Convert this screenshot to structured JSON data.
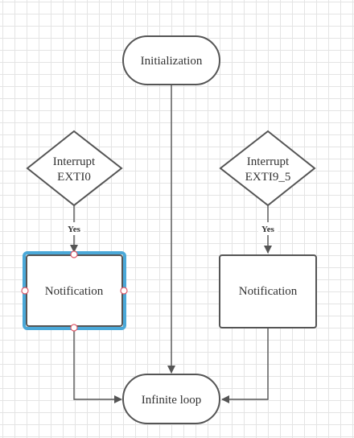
{
  "nodes": {
    "initialization": {
      "label": "Initialization"
    },
    "interrupt_exti0": {
      "line1": "Interrupt",
      "line2": "EXTI0"
    },
    "interrupt_exti9_5": {
      "line1": "Interrupt",
      "line2": "EXTI9_5"
    },
    "notification_left": {
      "label": "Notification",
      "selected": true
    },
    "notification_right": {
      "label": "Notification"
    },
    "infinite_loop": {
      "label": "Infinite loop"
    }
  },
  "edges": {
    "exti0_to_notification": {
      "label": "Yes"
    },
    "exti9_5_to_notification": {
      "label": "Yes"
    }
  },
  "colors": {
    "stroke": "#555555",
    "selection": "#4aa8d8",
    "handle": "#e05a6a",
    "grid": "#e4e4e4"
  }
}
